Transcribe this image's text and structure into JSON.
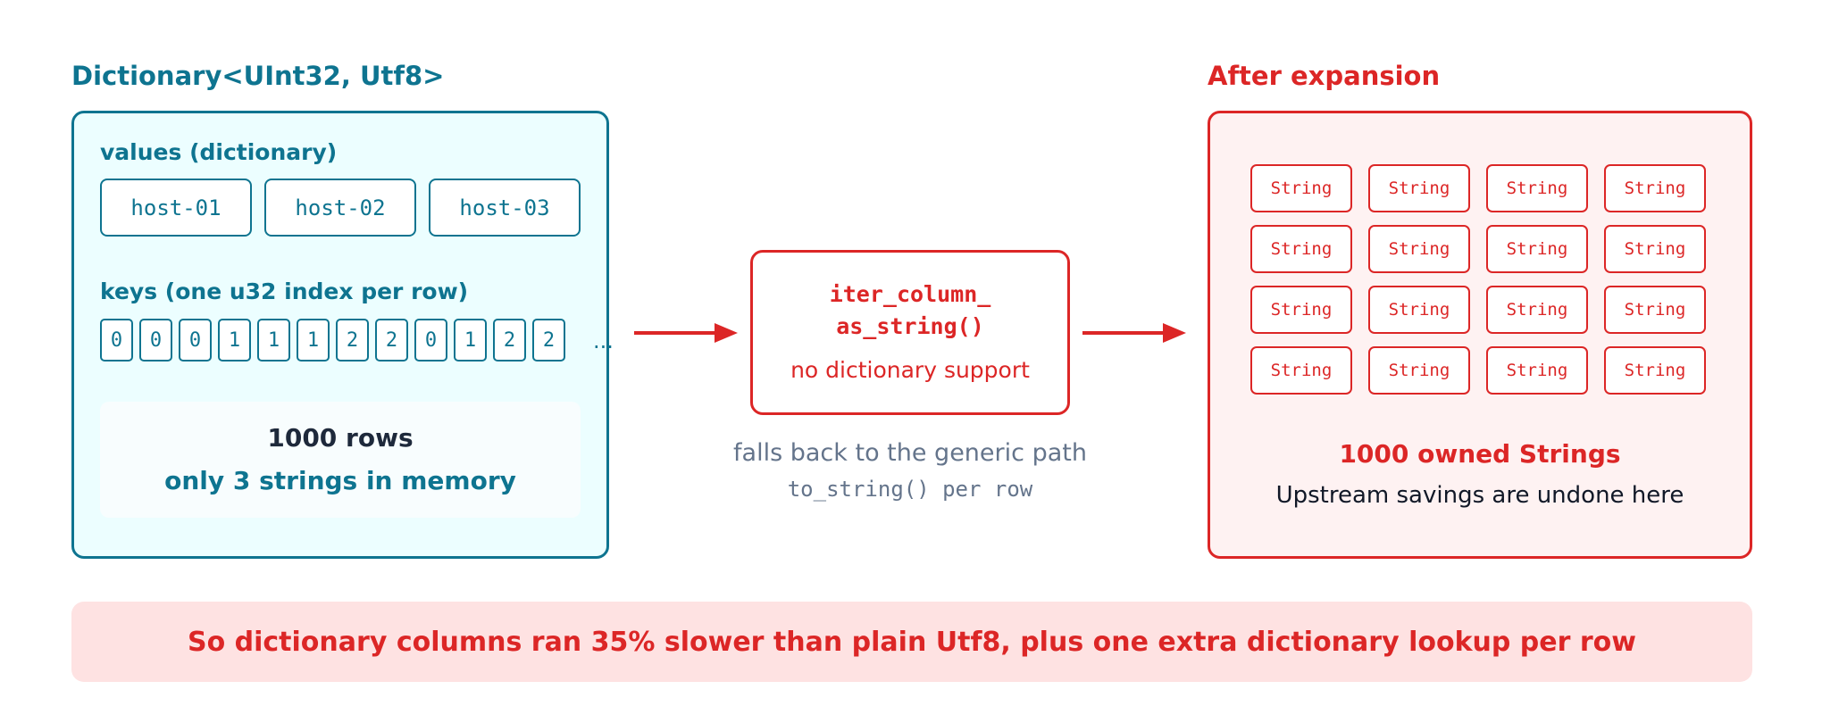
{
  "colors": {
    "teal": "#0e7490",
    "red": "#dc2626",
    "slate": "#64748b",
    "dict_panel_bg": "#ecfeff",
    "expansion_panel_bg": "#fef2f2",
    "banner_bg": "#fee2e2"
  },
  "dictionary": {
    "title": "Dictionary<UInt32, Utf8>",
    "values_label": "values (dictionary)",
    "values": [
      "host-01",
      "host-02",
      "host-03"
    ],
    "keys_label": "keys (one u32 index per row)",
    "keys": [
      "0",
      "0",
      "0",
      "1",
      "1",
      "1",
      "2",
      "2",
      "0",
      "1",
      "2",
      "2"
    ],
    "keys_ellipsis": "...",
    "rows": "1000 rows",
    "memory_note": "only 3 strings in memory"
  },
  "conversion": {
    "function_line1": "iter_column_",
    "function_line2": "as_string()",
    "note": "no dictionary support",
    "fallback": "falls back to the generic path",
    "fallback_code": "to_string() per row"
  },
  "expansion": {
    "title": "After expansion",
    "strings": [
      [
        "String",
        "String",
        "String",
        "String"
      ],
      [
        "String",
        "String",
        "String",
        "String"
      ],
      [
        "String",
        "String",
        "String",
        "String"
      ],
      [
        "String",
        "String",
        "String",
        "String"
      ]
    ],
    "owned": "1000 owned Strings",
    "savings_note": "Upstream savings are undone here"
  },
  "banner": "So dictionary columns ran 35% slower than plain Utf8, plus one extra dictionary lookup per row"
}
